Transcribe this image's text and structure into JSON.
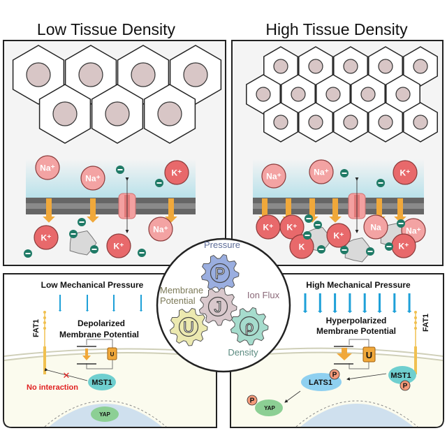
{
  "titles": {
    "low": "Low Tissue Density",
    "high": "High Tissue Density"
  },
  "ions": {
    "na": "Na⁺",
    "k": "K⁺",
    "k_partial": "K",
    "na_partial": "Na",
    "anion": "−"
  },
  "top_left_ions": [
    "Na⁺",
    "Na⁺",
    "K⁺",
    "K⁺",
    "K⁺",
    "Na⁺"
  ],
  "top_right_ions": [
    "Na⁺",
    "Na⁺",
    "K⁺",
    "K⁺",
    "K⁺",
    "K",
    "K⁺",
    "Na",
    "Na⁺",
    "K⁺"
  ],
  "center": {
    "gears": [
      {
        "symbol": "P",
        "label": "Pressure",
        "color": "#9aaee0"
      },
      {
        "symbol": "J",
        "label": "Ion Flux",
        "color": "#d9c8cc"
      },
      {
        "symbol": "U",
        "label_lines": [
          "Membrane",
          "Potential"
        ],
        "color": "#ece9b0"
      },
      {
        "symbol": "ρ",
        "label": "Density",
        "color": "#a6dccd"
      }
    ],
    "label_pressure": "Pressure",
    "label_ion_flux": "Ion Flux",
    "label_membrane_1": "Membrane",
    "label_membrane_2": "Potential",
    "label_density": "Density"
  },
  "bottom_left": {
    "pressure": "Low Mechanical Pressure",
    "potential_1": "Depolarized",
    "potential_2": "Membrane Potential",
    "fat1": "FAT1",
    "u": "U",
    "mst1": "MST1",
    "no_interaction": "No interaction",
    "yap": "YAP"
  },
  "bottom_right": {
    "pressure": "High Mechanical Pressure",
    "potential_1": "Hyperpolarized",
    "potential_2": "Membrane Potential",
    "fat1": "FAT1",
    "u": "U",
    "mst1": "MST1",
    "lats1": "LATS1",
    "yap": "YAP",
    "p": "P"
  },
  "colors": {
    "na": "#f3a3a3",
    "k": "#e8696b",
    "anion": "#1f7a66",
    "arrow_orange": "#f0a83a",
    "pressure_arrow": "#1ea0d8",
    "mst1": "#6fcfcf",
    "lats1": "#8fd0f0",
    "yap": "#8ccf94",
    "phospho": "#f59a7a",
    "nucleus": "#cfe0ee",
    "cytoplasm": "#fbfbee",
    "no_interaction": "#e02020"
  }
}
